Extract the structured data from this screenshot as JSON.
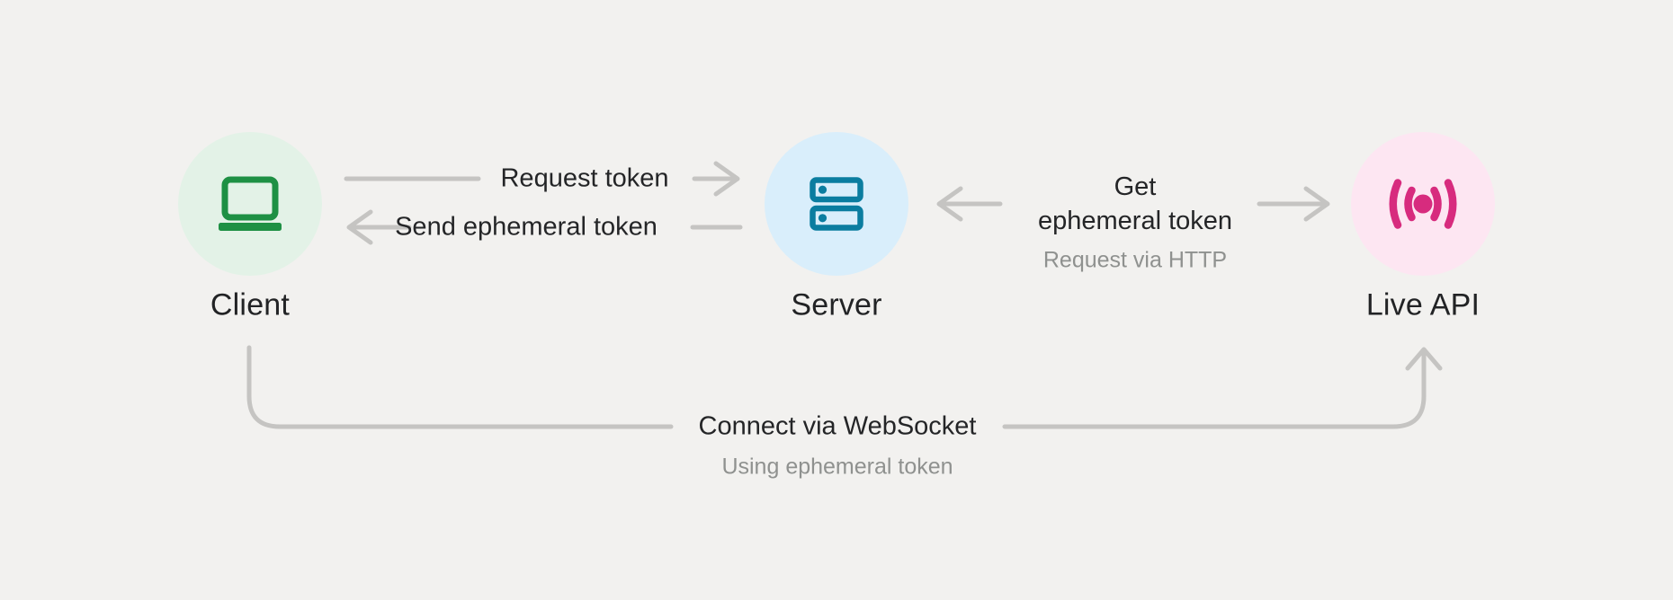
{
  "diagram": {
    "background_color": "#f2f1ef",
    "connector_color": "#c5c4c2",
    "nodes": [
      {
        "id": "client",
        "label": "Client",
        "icon": "laptop-icon",
        "circle_color": "#e3f2e7",
        "icon_color": "#1e9044"
      },
      {
        "id": "server",
        "label": "Server",
        "icon": "server-icon",
        "circle_color": "#d9eefb",
        "icon_color": "#0b7da0"
      },
      {
        "id": "live_api",
        "label": "Live API",
        "icon": "broadcast-icon",
        "circle_color": "#fde6f2",
        "icon_color": "#d72b7e"
      }
    ],
    "edges": {
      "request_token": {
        "from": "Client",
        "to": "Server",
        "label": "Request token"
      },
      "send_ephemeral_token": {
        "from": "Server",
        "to": "Client",
        "label": "Send ephemeral token"
      },
      "get_ephemeral_token": {
        "from": "Server",
        "to": "Live API",
        "label_line1": "Get",
        "label_line2": "ephemeral token",
        "sublabel": "Request via HTTP"
      },
      "connect_websocket": {
        "from": "Client",
        "to": "Live API",
        "label": "Connect via WebSocket",
        "sublabel": "Using ephemeral token"
      }
    }
  }
}
